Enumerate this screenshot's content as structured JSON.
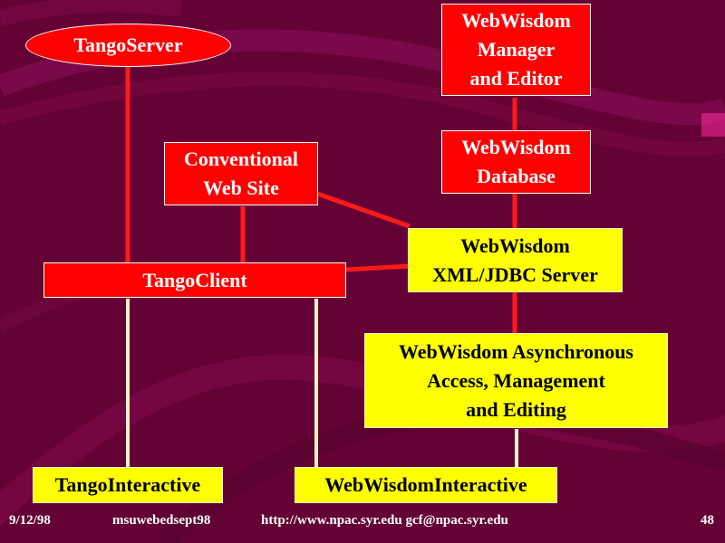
{
  "nodes": {
    "tango_server": "TangoServer",
    "manager_editor": [
      "WebWisdom",
      "Manager",
      "and Editor"
    ],
    "conventional_site": [
      "Conventional",
      "Web Site"
    ],
    "database": [
      "WebWisdom",
      "Database"
    ],
    "xml_server": [
      "WebWisdom",
      "XML/JDBC Server"
    ],
    "tango_client": "TangoClient",
    "async_access": [
      "WebWisdom Asynchronous",
      "Access, Management",
      "and Editing"
    ],
    "tango_interactive": "TangoInteractive",
    "webwisdom_interactive": "WebWisdomInteractive"
  },
  "footer": {
    "date": "9/12/98",
    "presentation": "msuwebedsept98",
    "contact": "http://www.npac.syr.edu gcf@npac.syr.edu",
    "page": "48"
  },
  "colors": {
    "background": "#650235",
    "red_box": "#ff0000",
    "yellow_box": "#ffff00",
    "red_line": "#ff1a1a",
    "cream_line": "#fff3c4"
  }
}
